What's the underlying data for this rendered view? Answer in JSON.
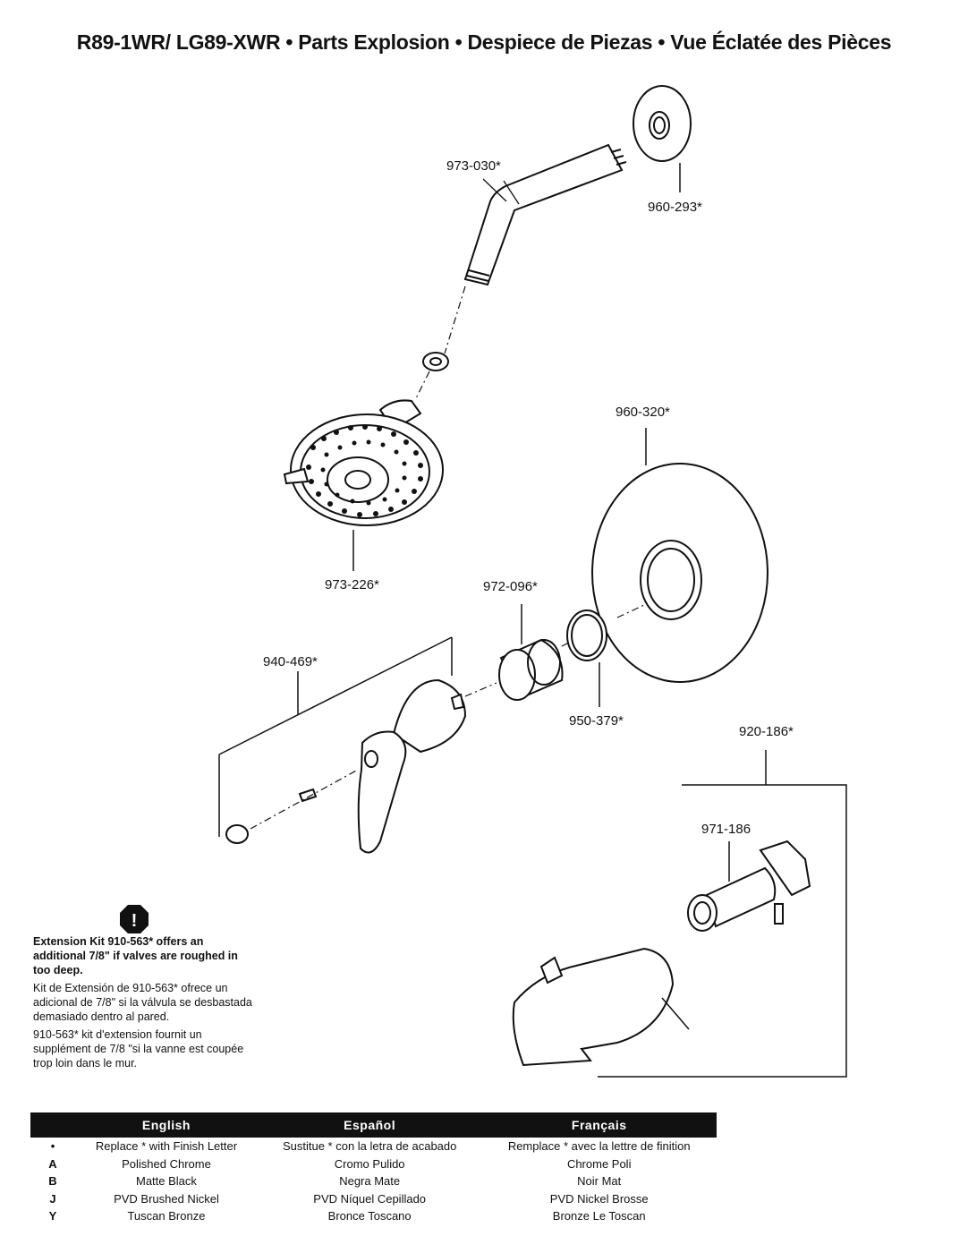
{
  "title": "R89-1WR/ LG89-XWR  •  Parts Explosion  •  Despiece de Piezas  •  Vue Éclatée des Pièces",
  "parts": {
    "shower_arm": "973-030*",
    "arm_flange": "960-293*",
    "shower_head": "973-226*",
    "escutcheon": "960-320*",
    "sleeve": "972-096*",
    "o_ring": "950-379*",
    "handle_kit": "940-469*",
    "tub_spout_kit": "920-186*",
    "diverter_stem": "971-186"
  },
  "note": {
    "english": "Extension Kit 910-563* offers an additional 7/8\" if valves are roughed in too deep.",
    "spanish": "Kit de Extensión de 910-563* ofrece un adicional de 7/8\" si la válvula se desbastada demasiado dentro al pared.",
    "french": "910-563* kit d'extension fournit un supplément de 7/8 \"si la vanne est coupée trop loin dans le mur."
  },
  "warning_glyph": "!",
  "table": {
    "headers": [
      "",
      "English",
      "Español",
      "Français"
    ],
    "rows": [
      [
        "•",
        "Replace * with Finish Letter",
        "Sustitue * con la letra de acabado",
        "Remplace * avec la lettre de finition"
      ],
      [
        "A",
        "Polished Chrome",
        "Cromo Pulido",
        "Chrome Poli"
      ],
      [
        "B",
        "Matte Black",
        "Negra Mate",
        "Noir Mat"
      ],
      [
        "J",
        "PVD Brushed Nickel",
        "PVD Níquel Cepillado",
        "PVD Nickel Brosse"
      ],
      [
        "Y",
        "Tuscan Bronze",
        "Bronce Toscano",
        "Bronze Le Toscan"
      ]
    ]
  }
}
